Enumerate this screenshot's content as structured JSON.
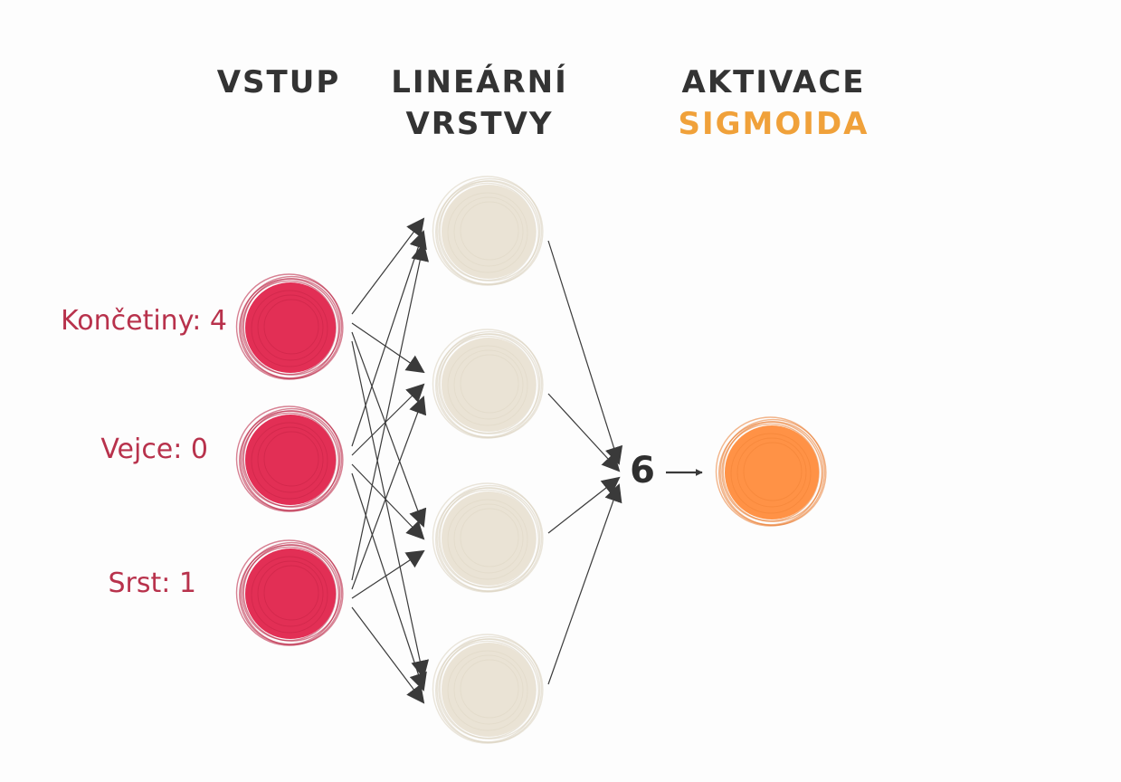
{
  "headers": {
    "input": "VSTUP",
    "linear_line1": "LINEÁRNÍ",
    "linear_line2": "VRSTVY",
    "activation": "AKTIVACE",
    "activation_type": "SIGMOIDA"
  },
  "inputs": [
    {
      "label": "Končetiny: 4"
    },
    {
      "label": "Vejce: 0"
    },
    {
      "label": "Srst: 1"
    }
  ],
  "hidden_node_count": 4,
  "sum_value": "6",
  "colors": {
    "input_node": "#e0244c",
    "hidden_node": "#e9e2d3",
    "output_node": "#ff8c3c",
    "accent": "#f0a13a",
    "label": "#b8324c",
    "text": "#333333",
    "arrow": "#3a3a3a"
  }
}
